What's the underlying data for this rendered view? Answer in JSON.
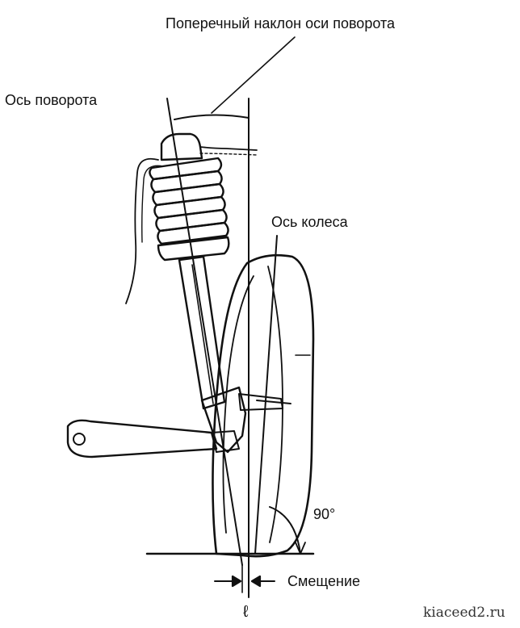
{
  "labels": {
    "kingpin_inclination": "Поперечный наклон оси поворота",
    "steering_axis": "Ось поворота",
    "wheel_axis": "Ось колеса",
    "right_angle": "90°",
    "offset": "Смещение",
    "centerline_symbol": "ℓ",
    "watermark": "kiaceed2.ru"
  },
  "colors": {
    "ink": "#111111",
    "background": "#ffffff"
  }
}
